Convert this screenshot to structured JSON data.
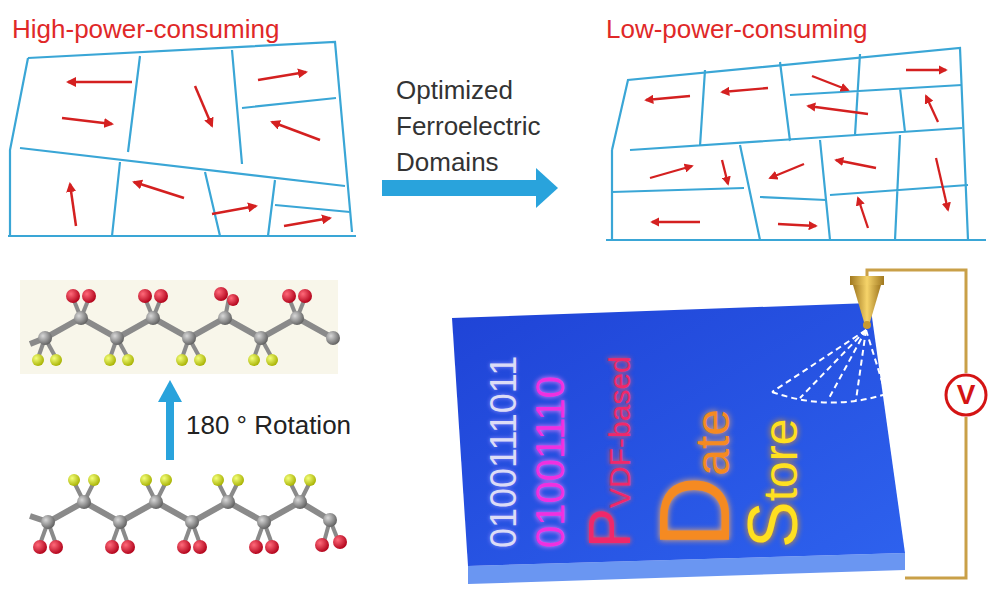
{
  "diagram": {
    "nodes": [
      {
        "text": [
          "V"
        ]
      }
    ],
    "labels": [
      "High-power-consuming",
      "Low-power-consuming",
      "Optimized Ferroelectric Domains",
      "180 ° Rotation",
      "0100111011",
      "01001110",
      "PVDF-based",
      "Date",
      "Store"
    ]
  }
}
